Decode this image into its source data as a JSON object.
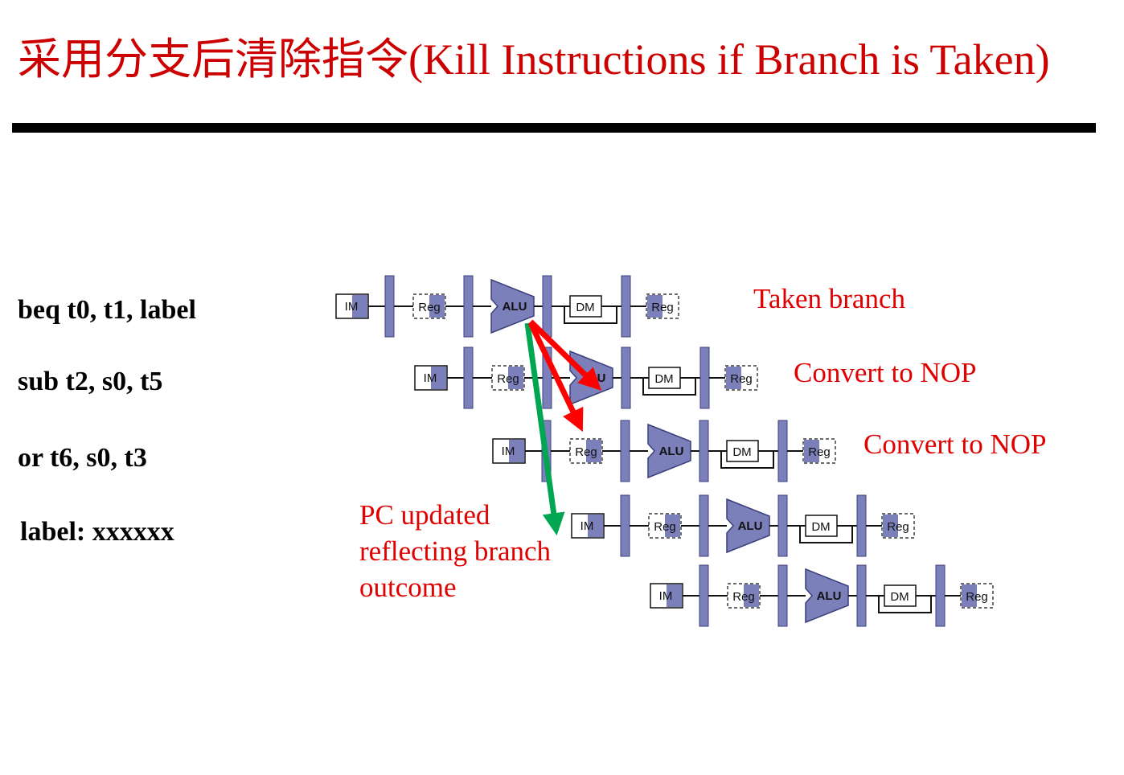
{
  "title": "采用分支后清除指令(Kill Instructions if Branch is Taken)",
  "instructions": [
    "beq t0, t1, label",
    "sub t2, s0, t5",
    "or t6, s0, t3",
    "label: xxxxxx"
  ],
  "stage_labels": {
    "im": "IM",
    "reg": "Reg",
    "alu": "ALU",
    "dm": "DM"
  },
  "annotations": {
    "taken": "Taken branch",
    "nop1": "Convert to NOP",
    "nop2": "Convert to NOP",
    "pc_lines": [
      "PC updated",
      "reflecting branch",
      "outcome"
    ]
  },
  "colors": {
    "title": "#cc0000",
    "annotation": "#e00000",
    "stage_fill": "#7b7fba",
    "stage_stroke": "#3b3f7a",
    "red_arrow": "#ff0000",
    "green_arrow": "#00a651"
  }
}
